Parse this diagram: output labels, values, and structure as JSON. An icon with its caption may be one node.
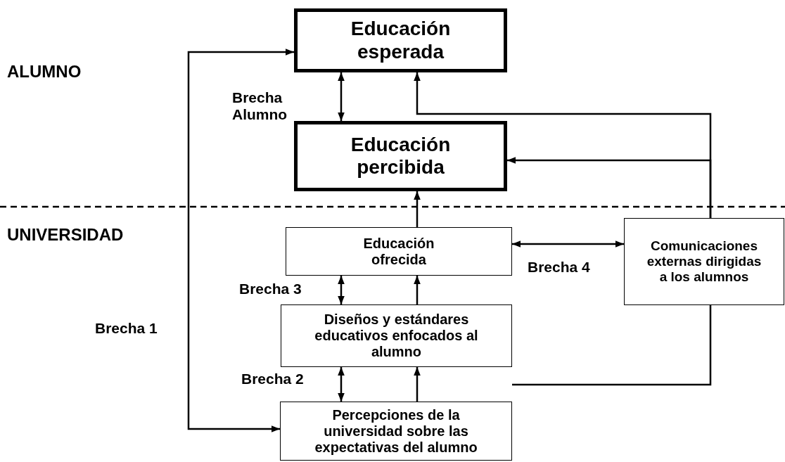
{
  "diagram": {
    "nodes": [
      {
        "text": [
          "Educación esperada"
        ]
      },
      {
        "text": [
          "Educación percibida"
        ]
      },
      {
        "text": [
          "Educación ofrecida"
        ]
      },
      {
        "text": [
          "Diseños y estándares educativos enfocados al alumno"
        ]
      },
      {
        "text": [
          "Percepciones de la universidad sobre las expectativas del alumno"
        ]
      },
      {
        "text": [
          "Comunicaciones externas dirigidas a los alumnos"
        ]
      }
    ],
    "edges": [
      {
        "from": 0,
        "to": 1,
        "arrow": "both",
        "label": "Brecha Alumno"
      },
      {
        "from": 4,
        "to": 0,
        "arrow": "both",
        "label": "Brecha 1"
      },
      {
        "from": 2,
        "to": 1,
        "arrow": "to"
      },
      {
        "from": 3,
        "to": 2,
        "arrow": "to"
      },
      {
        "from": 4,
        "to": 3,
        "arrow": "to"
      },
      {
        "from": 2,
        "to": 3,
        "arrow": "both",
        "label": "Brecha 3"
      },
      {
        "from": 3,
        "to": 4,
        "arrow": "both",
        "label": "Brecha 2"
      },
      {
        "from": 2,
        "to": 5,
        "arrow": "both",
        "label": "Brecha 4"
      },
      {
        "from": 5,
        "to": 0,
        "arrow": "to"
      },
      {
        "from": 5,
        "to": 1,
        "arrow": "to"
      },
      {
        "from": 3,
        "to": 5,
        "arrow": "none"
      }
    ],
    "labels": [
      "ALUMNO",
      "UNIVERSIDAD"
    ]
  }
}
